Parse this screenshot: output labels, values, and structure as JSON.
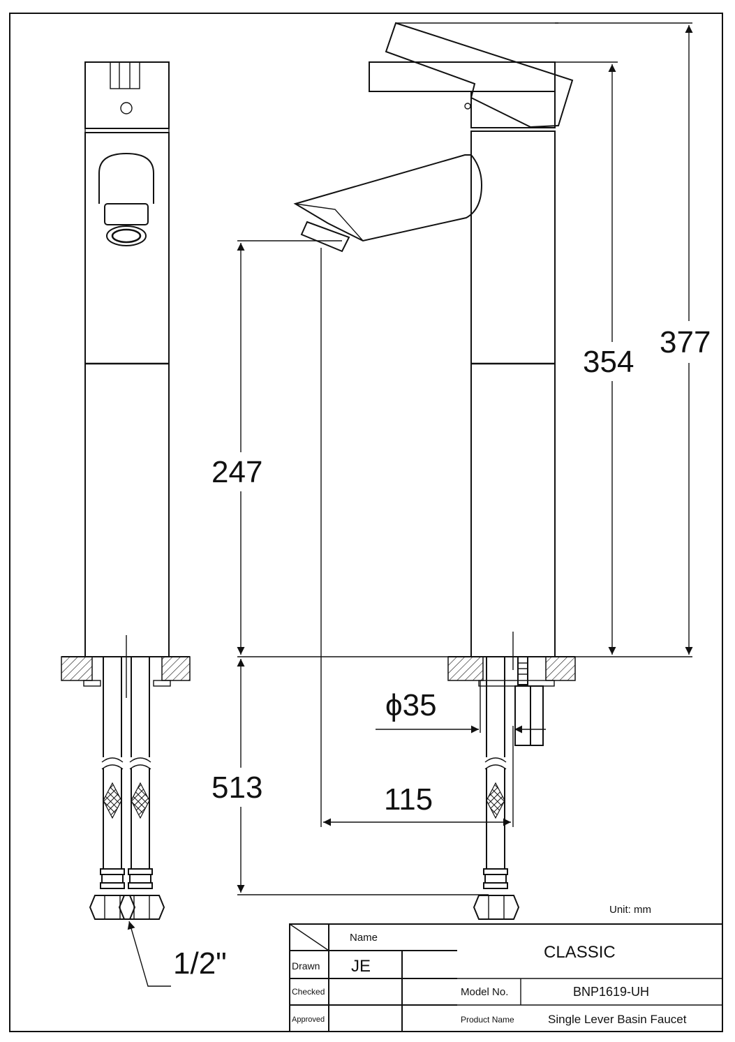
{
  "dimensions": {
    "total_height": "377",
    "body_height": "354",
    "spout_height": "247",
    "hose_length": "513",
    "spout_reach": "115",
    "body_diameter": "ϕ35",
    "thread_size": "1/2\""
  },
  "unit_label": "Unit: mm",
  "title_block": {
    "name_header": "Name",
    "drawn_label": "Drawn",
    "drawn_value": "JE",
    "checked_label": "Checked",
    "approved_label": "Approved",
    "series": "CLASSIC",
    "model_label": "Model No.",
    "model_value": "BNP1619-UH",
    "product_label": "Product Name",
    "product_value": "Single Lever Basin Faucet"
  }
}
